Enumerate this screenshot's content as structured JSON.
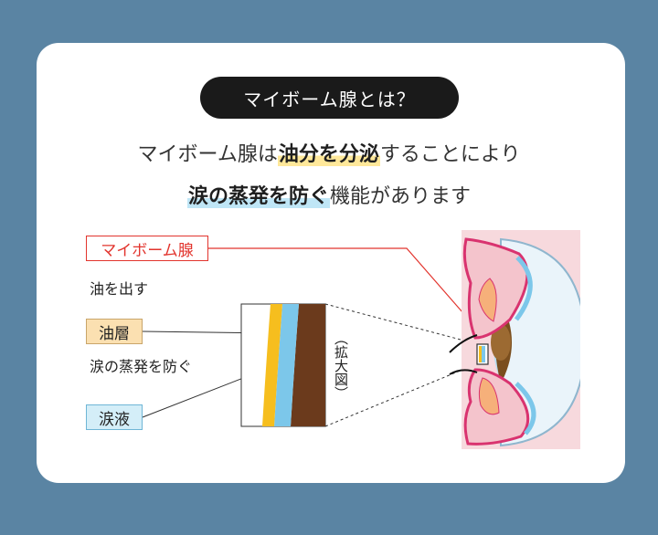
{
  "title": "マイボーム腺とは？",
  "lead": {
    "l1_pre": "マイボーム腺は",
    "l1_bold": "油分を分泌",
    "l1_post": "することにより",
    "l2_bold": "涙の蒸発を防ぐ",
    "l2_post": "機能があります"
  },
  "labels": {
    "meibomian": "マイボーム腺",
    "meibomian_desc": "油を出す",
    "oil_layer": "油層",
    "oil_layer_desc": "涙の蒸発を防ぐ",
    "tear_fluid": "涙液",
    "zoom": "（拡大図）"
  },
  "colors": {
    "background": "#5A84A3",
    "card": "#ffffff",
    "pill": "#1a1a1a",
    "red_label": "#E2342D",
    "oil": "#F6BE1E",
    "tear": "#7CC7EA",
    "eye_tissue": "#6B3A1C",
    "skin": "#F7D9DD",
    "lid_border": "#D9336F",
    "highlight_yellow": "#FFE89A",
    "highlight_blue": "#BFE6F6"
  }
}
